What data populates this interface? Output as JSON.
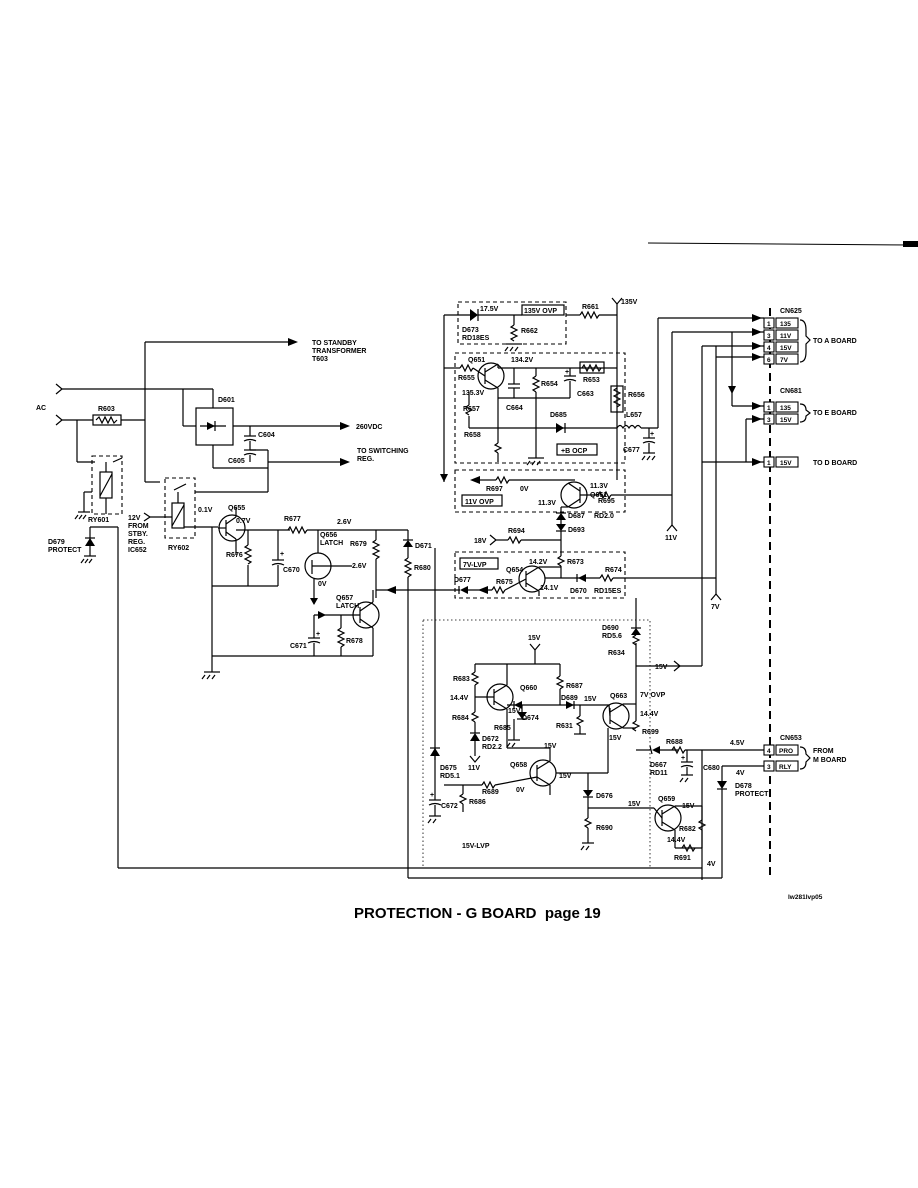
{
  "title": "PROTECTION - G BOARD  page 19",
  "drawing_code": "lw281lvp05",
  "inputs": {
    "ac": "AC",
    "v12_lines": [
      "12V",
      "FROM",
      "STBY.",
      "REG.",
      "IC652"
    ],
    "v18": "18V",
    "v15_in": "15V",
    "v135_supply": "135V"
  },
  "outputs": {
    "standby": [
      "TO  STANDBY",
      "TRANSFORMER",
      "T603"
    ],
    "dc260": "260VDC",
    "switching": [
      "TO  SWITCHING",
      "REG."
    ],
    "v11": "11V",
    "v7": "7V"
  },
  "connectors": {
    "cn625": {
      "name": "CN625",
      "pins": [
        {
          "num": "1",
          "label": "135"
        },
        {
          "num": "3",
          "label": "11V"
        },
        {
          "num": "4",
          "label": "15V"
        },
        {
          "num": "6",
          "label": "7V"
        }
      ],
      "dest": "TO  A  BOARD"
    },
    "cn681": {
      "name": "CN681",
      "pins": [
        {
          "num": "1",
          "label": "135"
        },
        {
          "num": "3",
          "label": "15V"
        },
        {
          "num": "1",
          "label": "15V"
        }
      ],
      "dest_e": "TO  E  BOARD",
      "dest_d": "TO  D  BOARD"
    },
    "cn653": {
      "name": "CN653",
      "pins": [
        {
          "num": "4",
          "label": "PRO"
        },
        {
          "num": "3",
          "label": "RLY"
        }
      ],
      "src": [
        "FROM",
        "M  BOARD"
      ]
    }
  },
  "sections": {
    "ovp135": "135V  OVP",
    "ocp": "+B  OCP",
    "ovp11": "11V  OVP",
    "lvp7": "7V-LVP",
    "lvp15": "15V-LVP",
    "ovp7": "7V  OVP"
  },
  "components": {
    "r603": "R603",
    "d601": "D601",
    "c604": "C604",
    "c605": "C605",
    "ry601": "RY601",
    "ry602": "RY602",
    "d679": [
      "D679",
      "PROTECT"
    ],
    "q655": "Q655",
    "r676": "R676",
    "r677": "R677",
    "c670": "C670",
    "q656": [
      "Q656",
      "LATCH"
    ],
    "r679": "R679",
    "d671": "D671",
    "r680": "R680",
    "q657": [
      "Q657",
      "LATCH"
    ],
    "r678": "R678",
    "c671": "C671",
    "d673": [
      "D673",
      "RD18ES"
    ],
    "r662": "R662",
    "r661": "R661",
    "q651": "Q651",
    "r655": "R655",
    "r654": "R654",
    "r653": "R653",
    "r656": "R656",
    "c664": "C664",
    "c663": "C663",
    "r657": "R657",
    "r658": "R658",
    "d685": "D685",
    "l657": "L657",
    "c677": "C677",
    "r697": "R697",
    "q661": "Q661",
    "r695": "R695",
    "d687": [
      "D687",
      "RD2.0"
    ],
    "d693": "D693",
    "r694": "R694",
    "r673": "R673",
    "q654": "Q654",
    "d677": "D677",
    "r675": "R675",
    "d670": [
      "D670",
      "RD15ES"
    ],
    "r674": "R674",
    "d690": [
      "D690",
      "RD5.6"
    ],
    "r634": "R634",
    "r683": "R683",
    "q660": "Q660",
    "r687": "R687",
    "d689": "D689",
    "q663": "Q663",
    "r684": "R684",
    "r685": "R685",
    "d674": "D674",
    "r631": "R631",
    "r699": "R699",
    "d672": [
      "D672",
      "RD2.2"
    ],
    "d675": [
      "D675",
      "RD5.1"
    ],
    "q658": "Q658",
    "r689": "R689",
    "r686": "R686",
    "c672": "C672",
    "d676": "D676",
    "r690": "R690",
    "r688": "R688",
    "d667": [
      "D667",
      "RD11"
    ],
    "c680": "C680",
    "q659": "Q659",
    "r682": "R682",
    "r691": "R691",
    "d678": [
      "D678",
      "PROTECT"
    ]
  },
  "voltages": {
    "q655_b": "0.1V",
    "q655_c": "0.7V",
    "latch_top": "2.6V",
    "q656_e": "2.6V",
    "q657_b": "0V",
    "d673_v": "17.5V",
    "q651_c": "134.2V",
    "q651_e": "135.3V",
    "q661_b": "11.3V",
    "q661_e": "11.3V",
    "ov_top": "0V",
    "q654_b": "14.2V",
    "q654_e": "14.1V",
    "v15_top": "15V",
    "q660_b": "14.4V",
    "q660_e": "15V",
    "q663_b": "15V",
    "q663_e": "14.4V",
    "q663_c": "15V",
    "d672_v": "11V",
    "q658_c": "15V",
    "q658_b": "15V",
    "q658_e": "0V",
    "q659_c": "15V",
    "q659_b": "15V",
    "q659_e": "14.4V",
    "pro_v": "4.5V",
    "rly_v": "4V",
    "bottom_v": "4V"
  }
}
